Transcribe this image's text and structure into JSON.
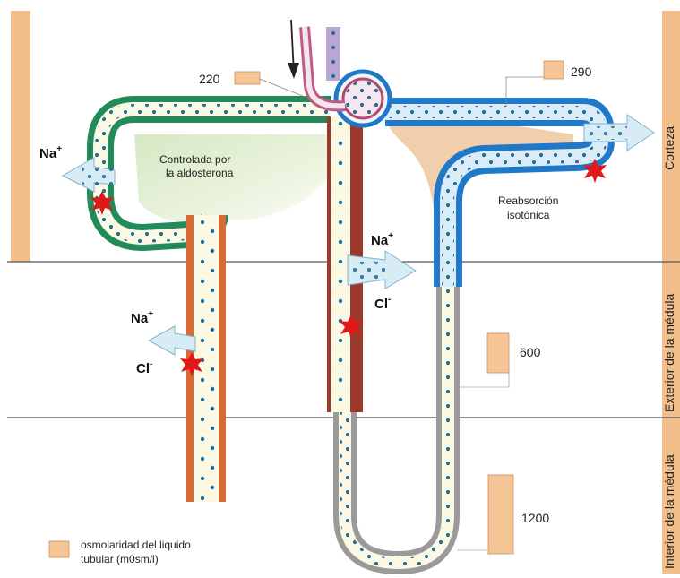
{
  "regions": {
    "cortex": "Corteza",
    "outer_medulla": "Exterior de la médula",
    "inner_medulla": "Interior de la médula"
  },
  "osmolarity_values": {
    "v220": "220",
    "v290": "290",
    "v600": "600",
    "v1200": "1200"
  },
  "labels": {
    "aldosterone_line1": "Controlada  por",
    "aldosterone_line2": "la aldosterona",
    "reabsorption_line1": "Reabsorción",
    "reabsorption_line2": "isotónica"
  },
  "ions": {
    "na": "Na",
    "na_sup": "+",
    "cl": "Cl",
    "cl_sup": "-"
  },
  "legend": {
    "line1": "osmolaridad del liquido",
    "line2": "tubular  (m0sm/l)"
  },
  "colors": {
    "side_bar": "#f4be8a",
    "swatch": "#f6c596",
    "proximal_tubule": "#1f78c8",
    "distal_tubule": "#238a5a",
    "ascending_thick": "#9a3a2a",
    "collecting_duct": "#d86a3a",
    "thin_limb": "#9a9a9a",
    "lumen": "#fbf8e4",
    "dot": "#1b6fa0",
    "pump": "#e01818",
    "ion_arrow": "#d8ecf5",
    "interstitium": "#efc79d"
  },
  "icons": {
    "pump": "red-star-pump-icon",
    "arrow": "ion-arrow-icon"
  }
}
